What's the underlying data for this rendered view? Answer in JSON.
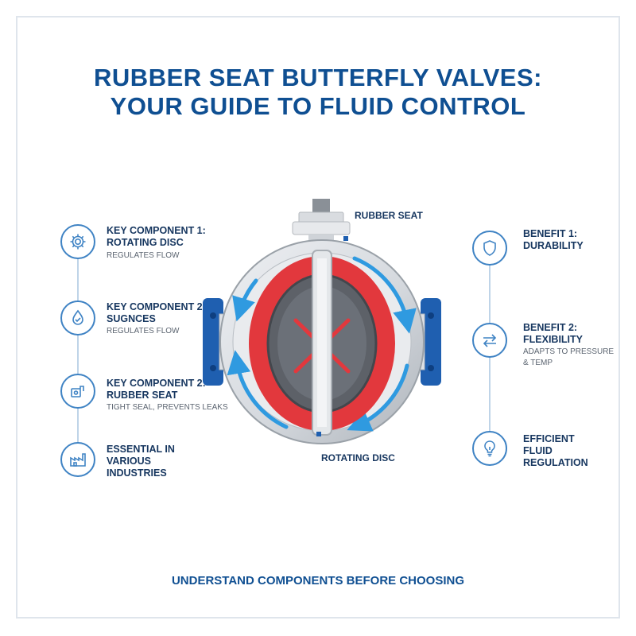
{
  "title": {
    "line1": "RUBBER SEAT BUTTERFLY VALVES:",
    "line2": "YOUR GUIDE TO FLUID CONTROL"
  },
  "left_items": [
    {
      "title1": "KEY COMPONENT 1:",
      "title2": "ROTATING DISC",
      "sub": "REGULATES FLOW",
      "icon": "gear-icon"
    },
    {
      "title1": "KEY COMPONENT 2:",
      "title2": "SUGNCES",
      "sub": "REGULATES FLOW",
      "icon": "droplet-check-icon"
    },
    {
      "title1": "KEY COMPONENT 2:",
      "title2": "RUBBER SEAT",
      "sub": "TIGHT SEAL, PREVENTS LEAKS",
      "icon": "seal-box-icon"
    },
    {
      "title1": "ESSENTIAL IN",
      "title2": "VARIOUS",
      "title3": "INDUSTRIES",
      "icon": "factory-icon"
    }
  ],
  "right_items": [
    {
      "title1": "BENEFIT 1:",
      "title2": "DURABILITY",
      "icon": "shield-icon"
    },
    {
      "title1": "BENEFIT 2:",
      "title2": "FLEXIBILITY",
      "sub1": "ADAPTS TO PRESSURE",
      "sub2": "& TEMP",
      "icon": "swap-arrows-icon"
    },
    {
      "title1": "EFFICIENT",
      "title2": "FLUID",
      "title3": "REGULATION",
      "icon": "lightbulb-icon"
    }
  ],
  "callouts": {
    "rubber_seat": "RUBBER SEAT",
    "rotating_disc": "ROTATING DISC"
  },
  "footer": "UNDERSTAND COMPONENTS BEFORE CHOOSING",
  "colors": {
    "primary_blue": "#0f4f92",
    "icon_blue": "#3f83c4",
    "seat_red": "#e2383d",
    "flow_blue": "#2f9ae0",
    "body_gray": "#c9cdd3"
  }
}
